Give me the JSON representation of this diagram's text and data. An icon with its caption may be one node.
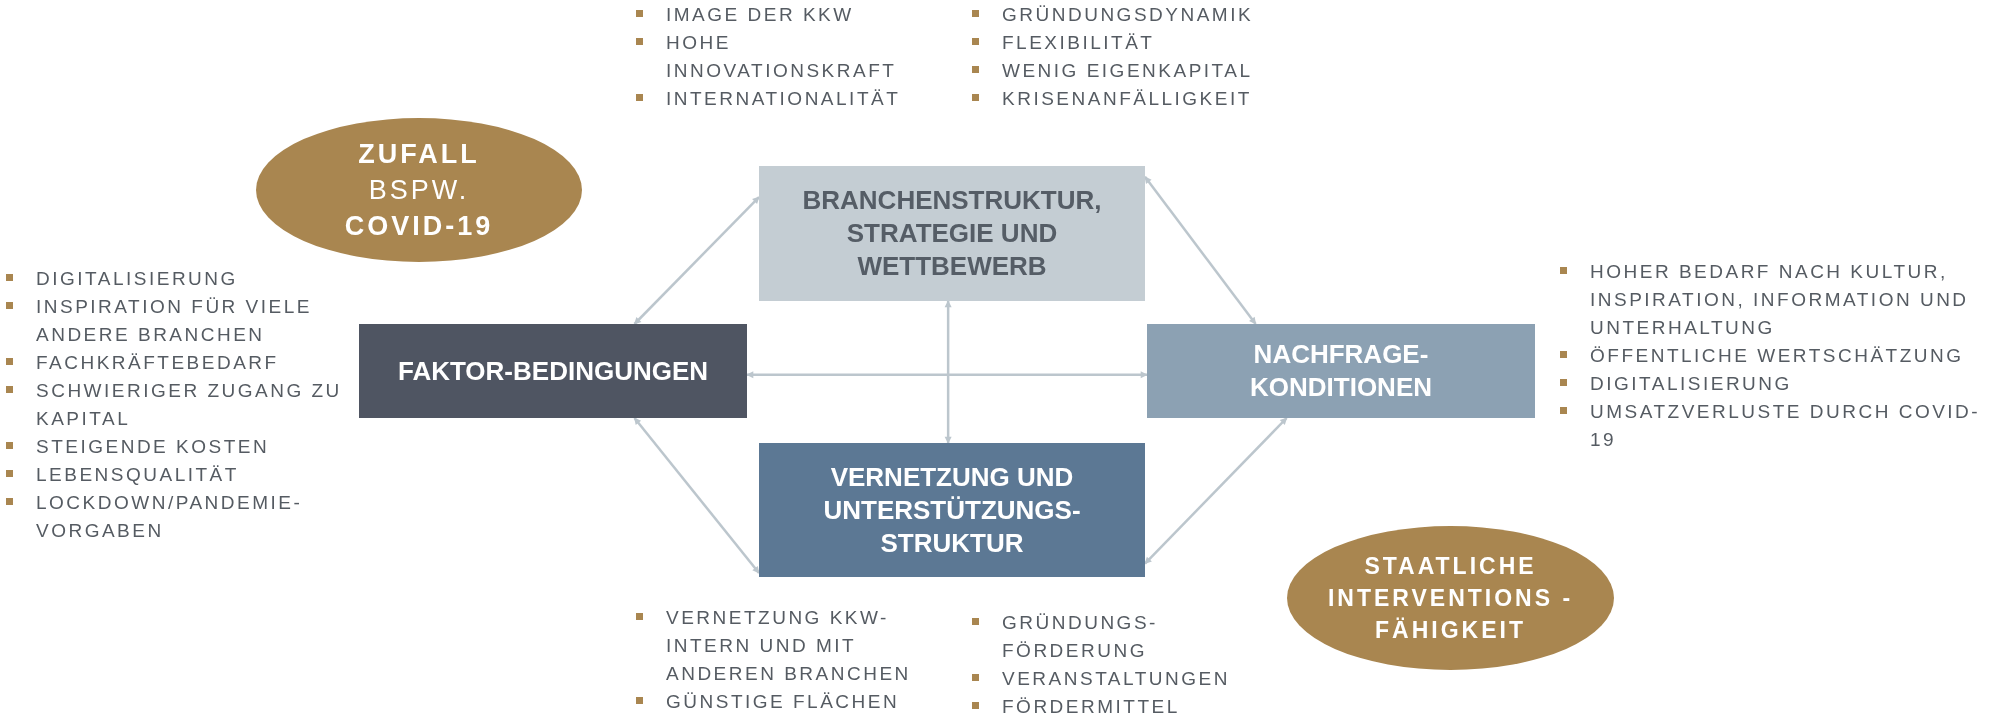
{
  "diagram": {
    "nodes": [
      {
        "text": [
          "ZUFALL",
          "BSPW.",
          "COVID-19"
        ]
      },
      {
        "text": [
          "BRANCHENSTRUKTUR, STRATEGIE UND WETTBEWERB"
        ],
        "beside": [
          "IMAGE DER KKW",
          "HOHE INNOVATIONSKRAFT",
          "INTERNATIONALITÄT",
          "GRÜNDUNGSDYNAMIK",
          "FLEXIBILITÄT",
          "WENIG EIGENKAPITAL",
          "KRISENANFÄLLIGKEIT"
        ]
      },
      {
        "text": [
          "FAKTOR-BEDINGUNGEN"
        ],
        "beside": [
          "DIGITALISIERUNG",
          "INSPIRATION FÜR VIELE ANDERE BRANCHEN",
          "FACHKRÄFTEBEDARF",
          "SCHWIERIGER ZUGANG ZU KAPITAL",
          "STEIGENDE KOSTEN",
          "LEBENSQUALITÄT",
          "LOCKDOWN/PANDEMIE-VORGABEN"
        ]
      },
      {
        "text": [
          "NACHFRAGE-KONDITIONEN"
        ],
        "beside": [
          "HOHER BEDARF NACH KULTUR, INSPIRATION, INFORMATION UND UNTERHALTUNG",
          "ÖFFENTLICHE WERTSCHÄTZUNG",
          "DIGITALISIERUNG",
          "UMSATZVERLUSTE DURCH COVID-19"
        ]
      },
      {
        "text": [
          "VERNETZUNG UND UNTERSTÜTZUNGS-STRUKTUR"
        ],
        "beside": [
          "VERNETZUNG KKW-INTERN UND MIT ANDEREN BRANCHEN",
          "GÜNSTIGE FLÄCHEN",
          "GRÜNDUNGS-FÖRDERUNG",
          "VERANSTALTUNGEN",
          "FÖRDERMITTEL"
        ]
      },
      {
        "text": [
          "STAATLICHE INTERVENTIONS -FÄHIGKEIT"
        ]
      }
    ],
    "edges": [
      {
        "from": 1,
        "to": 2,
        "arrow": "both"
      },
      {
        "from": 1,
        "to": 3,
        "arrow": "both"
      },
      {
        "from": 2,
        "to": 4,
        "arrow": "both"
      },
      {
        "from": 3,
        "to": 4,
        "arrow": "both"
      },
      {
        "from": 2,
        "to": 3,
        "arrow": "both"
      },
      {
        "from": 1,
        "to": 4,
        "arrow": "both"
      }
    ]
  }
}
